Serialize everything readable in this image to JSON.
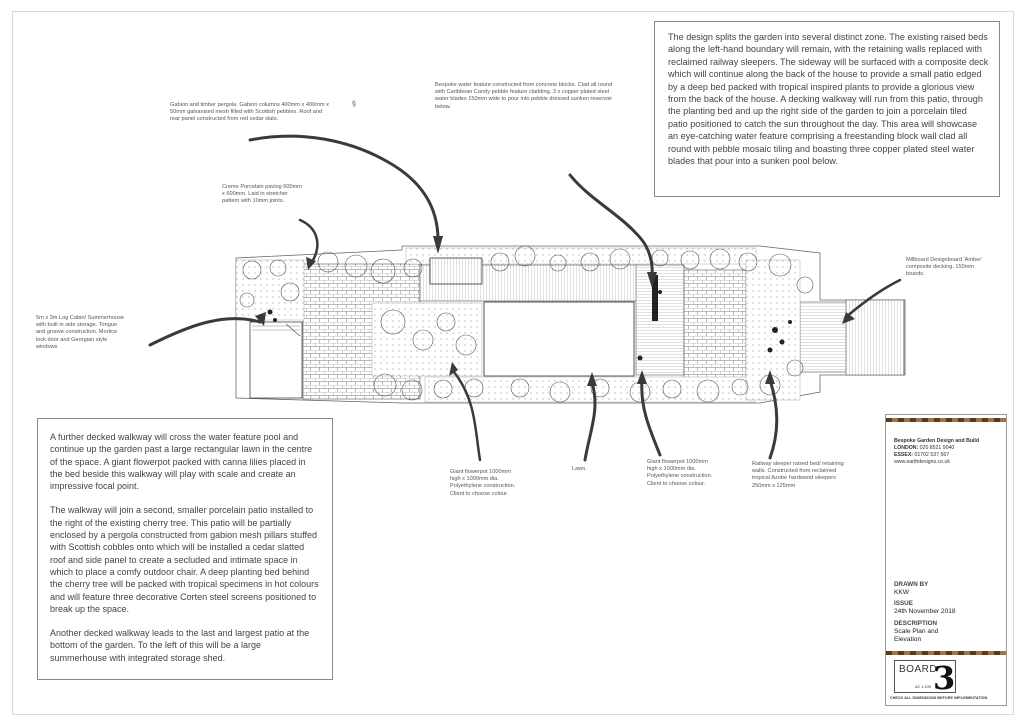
{
  "intro_paragraph": "The design splits the garden into several distinct zone. The existing raised beds along the left-hand boundary will remain, with the retaining walls replaced with reclaimed railway sleepers. The sideway will be surfaced with a composite deck which will continue along the back of the house to provide a small patio edged by a deep bed packed with tropical inspired plants to provide a glorious view from the back of the house. A decking walkway will run from this patio, through the planting bed and up the right side of the garden to join a porcelain tiled patio positioned to catch the sun throughout the day. This area will showcase an eye-catching water feature comprising a freestanding block wall clad all round with pebble mosaic tiling and boasting three copper plated steel water blades that pour into a sunken pool below.",
  "description_paragraphs": [
    "A further decked walkway will cross the water feature pool and continue up the garden past a large rectangular lawn in the centre of the space. A giant flowerpot packed with canna lilies placed in the bed beside this walkway will play with scale and create an impressive focal point.",
    "The walkway will join a second, smaller porcelain patio installed to the right of the existing cherry tree. This patio will be partially enclosed by a pergola constructed from gabion mesh pillars stuffed with Scottish cobbles onto which will be installed a cedar slatted roof and side panel to create a secluded and intimate space in which to place a comfy outdoor chair. A deep planting bed behind the cherry tree will be packed with tropical specimens in hot colours and will feature three decorative Corten steel screens positioned to break up the space.",
    "Another decked walkway leads to the last and largest patio at the bottom of the garden. To the left of this will be a large summerhouse with integrated storage shed."
  ],
  "annotations": {
    "pergola": "Gabion and timber pergola. Gabion columns 400mm x 400mm x 50mm galvanised mesh filled with Scottish pebbles. Roof and rear panel constructed from red cedar slats.",
    "section_mark": "§",
    "water_feature": "Bespoke water feature constructed from concrete blocks. Clad all round with Caribbean Candy pebble feature cladding. 3 x copper plated steel water blades 150mm wide to pour into pebble dressed sunken reservoir below.",
    "paving": "Creme Porcelain paving 600mm x 600mm. Laid in stretcher pattern with 10mm joints.",
    "log_cabin": "5m x 3m Log Cabin/ Summerhouse with built in side storage. Tongue and groove construction. Mortice lock door and Georgian style windows",
    "decking": "Millboard Designboard 'Amber' composite decking. 150mm boards.",
    "flowerpot_1": "Giant flowerpot 1000mm high x 1000mm dia. Polyethylene construction. Client to choose colour.",
    "lawn": "Lawn.",
    "flowerpot_2": "Giant flowerpot 1000mm high x 1000mm dia. Polyethylene construction. Client to choose colour.",
    "sleepers": "Railway sleeper raised bed/ retaining walls. Constructed from reclaimed tropical Azobe hardwood sleepers 250mm x 125mm"
  },
  "title_block": {
    "company": "Bespoke Garden Design and Build",
    "london_label": "LONDON:",
    "london_phone": "020 8521 9040",
    "essex_label": "ESSEX:",
    "essex_phone": "01702 537 567",
    "website": "www.earthdesigns.co.uk",
    "drawn_by_label": "DRAWN BY",
    "drawn_by": "KKW",
    "issue_label": "ISSUE",
    "issue_date": "24th November 2018",
    "description_label": "DESCRIPTION",
    "description_line1": "Scale Plan and",
    "description_line2": "Elevation",
    "board_word": "BOARD",
    "board_number": "3",
    "scale": "A2 1:100",
    "check_note": "CHECK ALL DIMENSIONS BEFORE IMPLEMENTATION"
  },
  "colors": {
    "border": "#888888",
    "ink": "#333333",
    "stripe_dark": "#5a3b1f",
    "stripe_light": "#a37143"
  }
}
